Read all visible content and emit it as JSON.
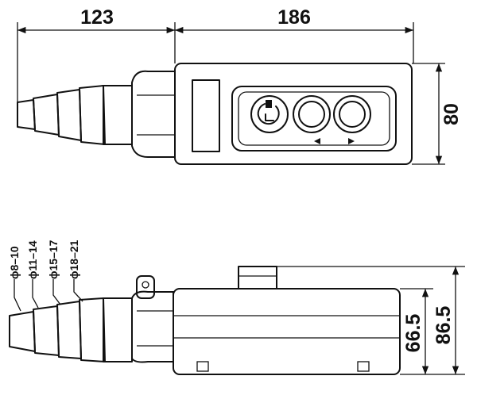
{
  "dimensions": {
    "cable_length": "123",
    "body_length": "186",
    "body_height": "80",
    "side_height_small": "66.5",
    "side_height_large": "86.5"
  },
  "cable_diameters": [
    {
      "label": "ϕ8–10"
    },
    {
      "label": "ϕ11–14"
    },
    {
      "label": "ϕ15–17"
    },
    {
      "label": "ϕ18–21"
    }
  ],
  "icons": {
    "power": "power-key-switch-icon",
    "left": "left-arrow-icon",
    "right": "right-arrow-icon"
  }
}
